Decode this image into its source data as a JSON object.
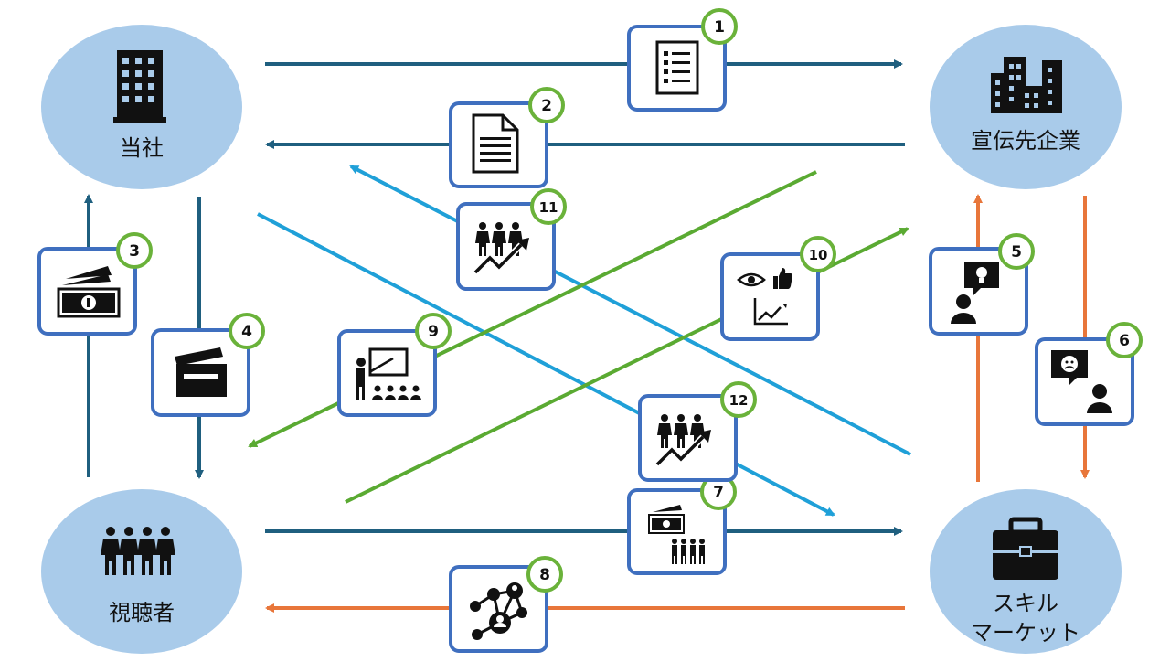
{
  "nodes": {
    "company": {
      "label": "当社"
    },
    "advertiser": {
      "label": "宣伝先企業"
    },
    "viewers": {
      "label": "視聴者"
    },
    "skill_market": {
      "label_line1": "スキル",
      "label_line2": "マーケット"
    }
  },
  "badges": [
    "1",
    "2",
    "3",
    "4",
    "5",
    "6",
    "7",
    "8",
    "9",
    "10",
    "11",
    "12"
  ],
  "colors": {
    "node_fill": "#a9cbea",
    "dark_blue": "#1f5f7f",
    "light_blue": "#1fa0d8",
    "green": "#5aaa32",
    "orange": "#e8763a",
    "card_border": "#3f6fbf",
    "badge_border": "#6ab23a"
  },
  "icons": {
    "1": "checklist-icon",
    "2": "document-icon",
    "3": "cash-icon",
    "4": "clapperboard-icon",
    "5": "idea-person-icon",
    "6": "complaint-person-icon",
    "7": "cash-people-icon",
    "8": "network-icon",
    "9": "presentation-icon",
    "10": "view-like-chart-icon",
    "11": "group-growth-icon",
    "12": "group-growth-icon"
  }
}
